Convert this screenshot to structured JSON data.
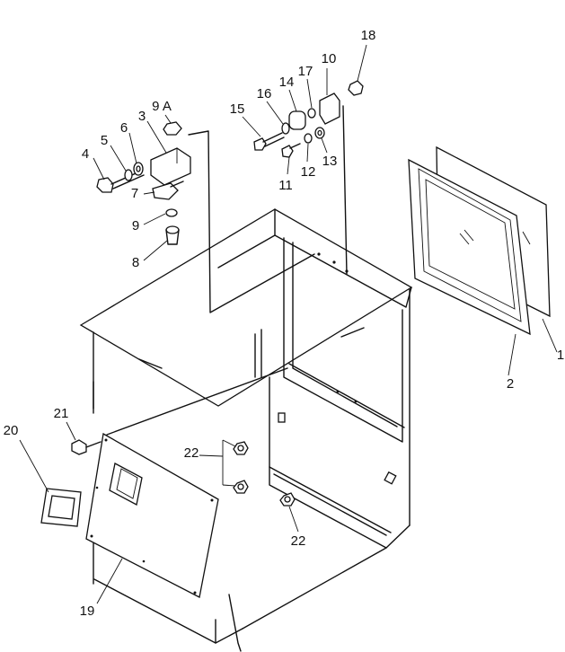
{
  "diagram": {
    "parts": [
      {
        "id": "p1",
        "label": "1"
      },
      {
        "id": "p2",
        "label": "2"
      },
      {
        "id": "p3",
        "label": "3"
      },
      {
        "id": "p4",
        "label": "4"
      },
      {
        "id": "p5",
        "label": "5"
      },
      {
        "id": "p6",
        "label": "6"
      },
      {
        "id": "p7",
        "label": "7"
      },
      {
        "id": "p8",
        "label": "8"
      },
      {
        "id": "p9",
        "label": "9"
      },
      {
        "id": "p9a",
        "label": "9 A"
      },
      {
        "id": "p10",
        "label": "10"
      },
      {
        "id": "p11",
        "label": "11"
      },
      {
        "id": "p12",
        "label": "12"
      },
      {
        "id": "p13",
        "label": "13"
      },
      {
        "id": "p14",
        "label": "14"
      },
      {
        "id": "p15",
        "label": "15"
      },
      {
        "id": "p16",
        "label": "16"
      },
      {
        "id": "p17",
        "label": "17"
      },
      {
        "id": "p18",
        "label": "18"
      },
      {
        "id": "p19",
        "label": "19"
      },
      {
        "id": "p20",
        "label": "20"
      },
      {
        "id": "p21",
        "label": "21"
      },
      {
        "id": "p22a",
        "label": "22"
      },
      {
        "id": "p22b",
        "label": "22"
      }
    ]
  }
}
